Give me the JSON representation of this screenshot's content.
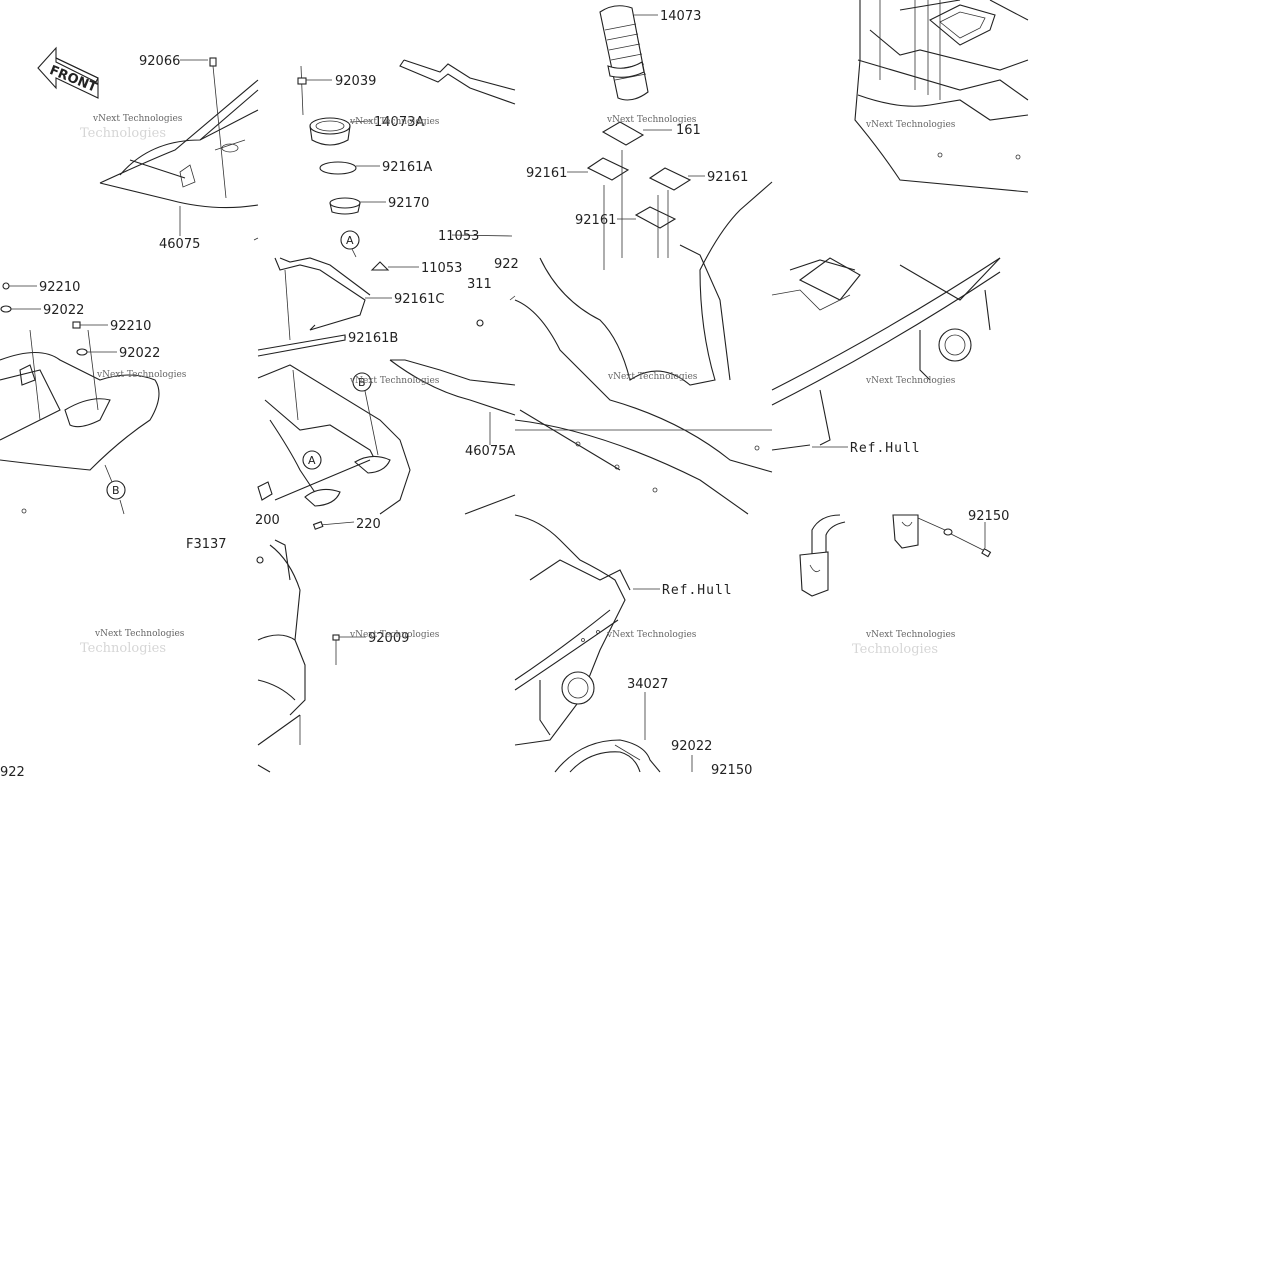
{
  "diagram": {
    "front_label": "FRONT",
    "figure_code": "F3137",
    "ref_hull_label": "Ref.Hull",
    "watermark_line1": "vNext Technologies",
    "watermark_line2": "Technologies",
    "callouts": {
      "p92066": "92066",
      "p46075": "46075",
      "p92039": "92039",
      "p14073a": "14073A",
      "p92161a": "92161A",
      "p92170": "92170",
      "p11053a": "11053",
      "p11053b": "11053",
      "p92161c": "92161C",
      "p92161b": "92161B",
      "p46075a": "46075A",
      "p311": "311",
      "p92x": "922",
      "p14073": "14073",
      "p92161_top": "161",
      "p92161_l": "92161",
      "p92161_r": "92161",
      "p92161_m": "92161",
      "p92210a": "92210",
      "p92022a": "92022",
      "p92210b": "92210",
      "p92022b": "92022",
      "p200a": "200",
      "p220": "220",
      "p92009": "92009",
      "p34027": "34027",
      "p92022c": "92022",
      "p92150a": "92150",
      "p92150b": "92150",
      "p922_bl": "922"
    },
    "circle_markers": {
      "a_top": "A",
      "b_mid": "B",
      "a_mid": "A",
      "b_left": "B"
    }
  }
}
